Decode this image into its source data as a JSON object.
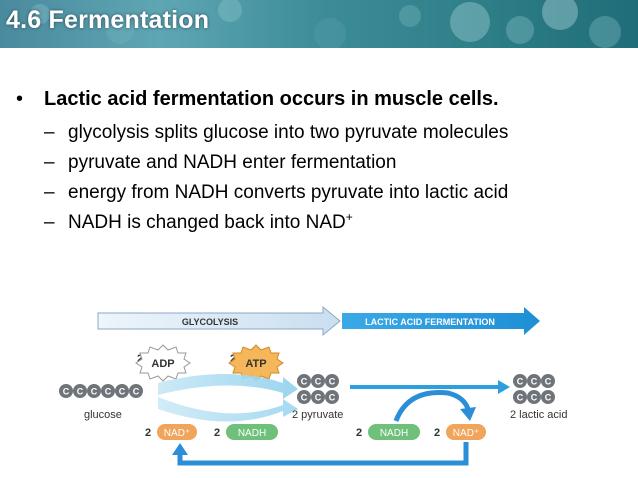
{
  "slide": {
    "title": "4.6 Fermentation",
    "bullet_main": "Lactic acid fermentation occurs in muscle cells.",
    "sub_bullets": [
      "glycolysis splits glucose into two pyruvate molecules",
      "pyruvate and NADH enter fermentation",
      "energy from NADH converts pyruvate into lactic acid",
      "NADH is changed back into NAD"
    ],
    "nad_superscript": "+"
  },
  "diagram": {
    "glycolysis_label": "GLYCOLYSIS",
    "fermentation_label": "LACTIC ACID FERMENTATION",
    "adp_count": "2",
    "adp_label": "ADP",
    "atp_count": "2",
    "atp_label": "ATP",
    "carbon_letter": "C",
    "glucose_label": "glucose",
    "pyruvate_label": "2 pyruvate",
    "lactic_label": "2 lactic acid",
    "nad1_count": "2",
    "nad1_label": "NAD⁺",
    "nadh1_count": "2",
    "nadh1_label": "NADH",
    "nadh2_count": "2",
    "nadh2_label": "NADH",
    "nad2_count": "2",
    "nad2_label": "NAD⁺",
    "colors": {
      "banner": "#3d8d99",
      "fermentation_arrow": "#2d9fe0",
      "glycolysis_arrow": "#d5e5f3",
      "nad": "#f0a45c",
      "nadh": "#6fc07a",
      "atp": "#f5b75a",
      "carbon": "#6e7479",
      "loop_arrow": "#2b8fd8"
    }
  }
}
